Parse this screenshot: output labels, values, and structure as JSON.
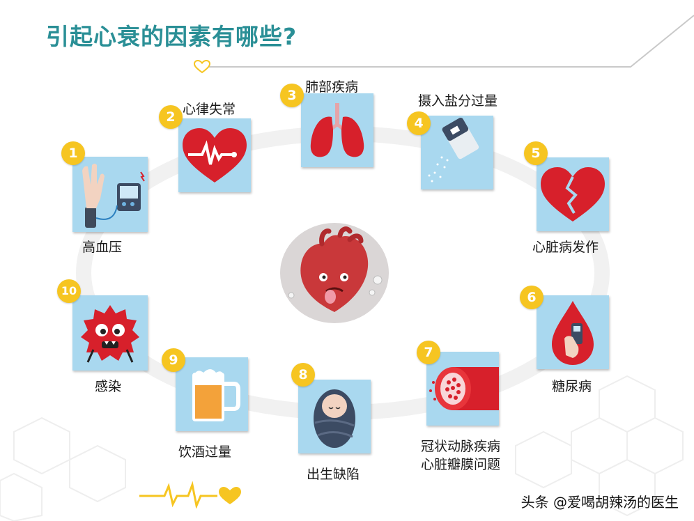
{
  "title": "引起心衰的因素有哪些?",
  "watermark": "头条 @爱喝胡辣汤的医生",
  "factors": [
    {
      "number": "1",
      "label": "高血压",
      "icon": "blood-pressure-monitor-icon"
    },
    {
      "number": "2",
      "label": "心律失常",
      "icon": "heart-ecg-icon"
    },
    {
      "number": "3",
      "label": "肺部疾病",
      "icon": "lungs-icon"
    },
    {
      "number": "4",
      "label": "摄入盐分过量",
      "icon": "salt-shaker-icon"
    },
    {
      "number": "5",
      "label": "心脏病发作",
      "icon": "broken-heart-icon"
    },
    {
      "number": "6",
      "label": "糖尿病",
      "icon": "blood-glucose-meter-icon"
    },
    {
      "number": "7",
      "label_line1": "冠状动脉疾病",
      "label_line2": "心脏瓣膜问题",
      "icon": "artery-plaque-icon"
    },
    {
      "number": "8",
      "label": "出生缺陷",
      "icon": "swaddled-baby-icon"
    },
    {
      "number": "9",
      "label": "饮酒过量",
      "icon": "beer-mug-icon"
    },
    {
      "number": "10",
      "label": "感染",
      "icon": "virus-germ-icon"
    }
  ],
  "colors": {
    "title": "#2a8f96",
    "badge": "#f6c521",
    "card": "#a9d8ef",
    "heart_red": "#d7202b",
    "accent_yellow": "#f6c521"
  }
}
